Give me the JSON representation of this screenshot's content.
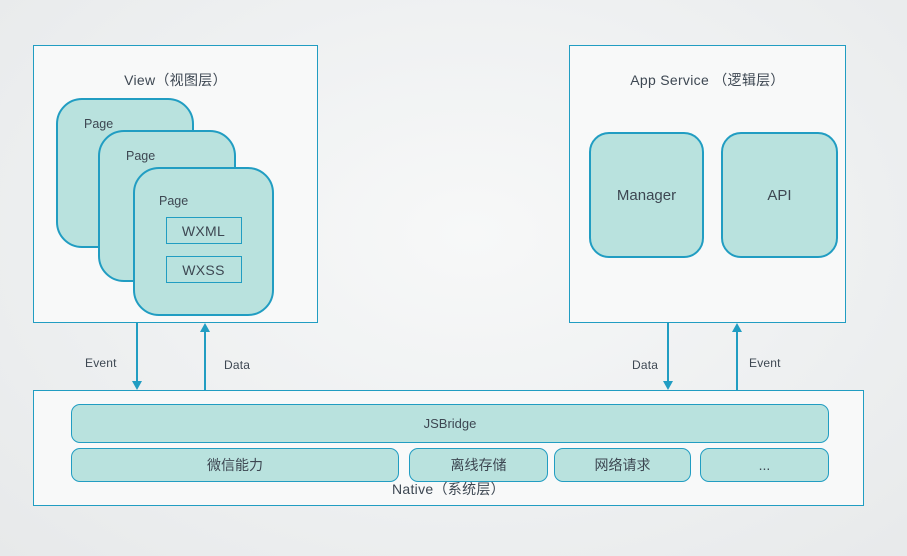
{
  "colors": {
    "accent": "#219dc2",
    "card_fill": "#b9e2de",
    "panel_fill": "#f8f9f9",
    "text": "#3d4752"
  },
  "view_panel": {
    "title": "View（视图层）",
    "pages": [
      {
        "label": "Page"
      },
      {
        "label": "Page"
      },
      {
        "label": "Page",
        "files": [
          "WXML",
          "WXSS"
        ]
      }
    ]
  },
  "app_service_panel": {
    "title": "App Service （逻辑层）",
    "blocks": [
      {
        "label": "Manager"
      },
      {
        "label": "API"
      }
    ]
  },
  "native_panel": {
    "title": "Native（系统层）",
    "bridge_label": "JSBridge",
    "modules": [
      {
        "label": "微信能力"
      },
      {
        "label": "离线存储"
      },
      {
        "label": "网络请求"
      },
      {
        "label": "..."
      }
    ]
  },
  "arrows": {
    "view_event": {
      "label": "Event",
      "direction": "down"
    },
    "view_data": {
      "label": "Data",
      "direction": "up"
    },
    "service_data": {
      "label": "Data",
      "direction": "down"
    },
    "service_event": {
      "label": "Event",
      "direction": "up"
    }
  }
}
